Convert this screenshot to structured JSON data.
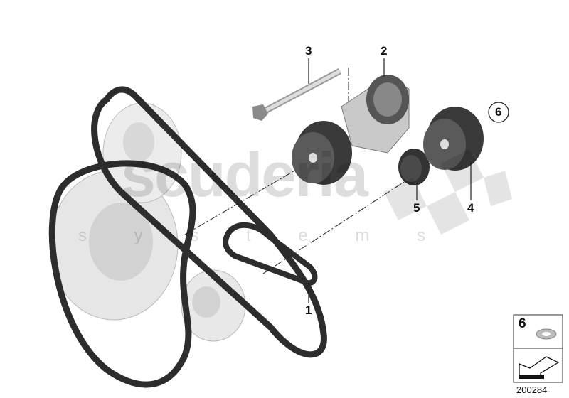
{
  "callouts": [
    {
      "number": "1",
      "part": "belt"
    },
    {
      "number": "2",
      "part": "tensioner"
    },
    {
      "number": "3",
      "part": "bolt"
    },
    {
      "number": "4",
      "part": "idler-pulley"
    },
    {
      "number": "5",
      "part": "cover-cap"
    },
    {
      "number": "6",
      "part": "pulley-assembly",
      "circled": true
    }
  ],
  "legend_box": {
    "item_number": "6",
    "item_icon": "washer-icon",
    "arrow_icon": "direction-arrow-icon"
  },
  "reference_number": "200284",
  "watermark": {
    "line1": "scuderia",
    "line2": "s y s t e m s"
  },
  "colors": {
    "belt": "#2b2b2b",
    "pulley_light": "#e4e4e4",
    "pulley_dark": "#3a3a3a",
    "watermark": "#cccccc"
  }
}
